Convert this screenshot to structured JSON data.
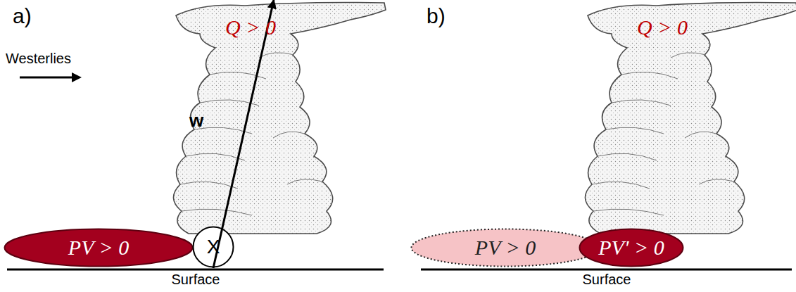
{
  "diagram": {
    "nodes": [
      {
        "text": [
          "Q > 0"
        ]
      },
      {
        "text": [
          "PV > 0"
        ]
      },
      {
        "text": [
          "X"
        ]
      },
      {
        "text": [
          "Q > 0"
        ]
      },
      {
        "text": [
          "PV > 0"
        ]
      },
      {
        "text": [
          "PV′ > 0"
        ]
      }
    ],
    "edges": [
      {
        "from": 2,
        "to": 0,
        "arrow": "to",
        "label": "w"
      }
    ],
    "labels": [
      "a)",
      "Westerlies",
      "Surface",
      "b)",
      "Surface"
    ]
  }
}
